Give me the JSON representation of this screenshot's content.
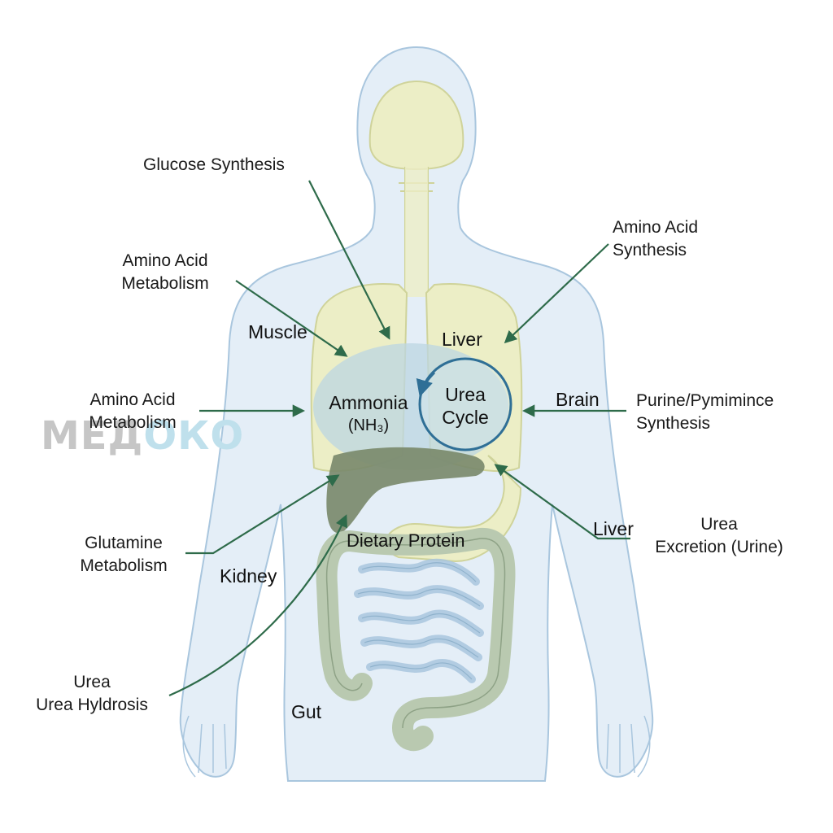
{
  "watermark": {
    "left": "МЕД",
    "right": "ОКО"
  },
  "colors": {
    "body_fill": "#e4eef7",
    "body_stroke": "#a9c6de",
    "organ_fill": "#eceec6",
    "organ_stroke": "#cfd39a",
    "ammonia_fill": "#bcd6e2",
    "liver_fill": "#7b8a6c",
    "intestine_fill": "#b9c9b0",
    "intestine_stroke": "#8ea286",
    "cycle_stroke": "#2f6f96",
    "arrow": "#2e6b4a"
  },
  "labels": {
    "glucose_synthesis": "Glucose Synthesis",
    "amino_acid_metabolism_top": "Amino Acid\nMetabolism",
    "amino_acid_synthesis": "Amino Acid\nSynthesis",
    "amino_acid_metabolism_mid": "Amino Acid\nMetabolism",
    "purine_synthesis": "Purine/Pymimince\nSynthesis",
    "glutamine_metabolism": "Glutamine\nMetabolism",
    "urea_excretion": "Urea\nExcretion (Urine)",
    "urea_hydrolysis": "Urea\nUrea Hyldrosis"
  },
  "organs": {
    "muscle": "Muscle",
    "liver_upper": "Liver",
    "brain": "Brain",
    "liver_lower": "Liver",
    "kidney": "Kidney",
    "gut": "Gut",
    "dietary_protein": "Dietary Protein"
  },
  "center": {
    "ammonia": "Ammonia",
    "ammonia_formula": "(NH₃)",
    "urea_cycle": "Urea\nCycle"
  }
}
